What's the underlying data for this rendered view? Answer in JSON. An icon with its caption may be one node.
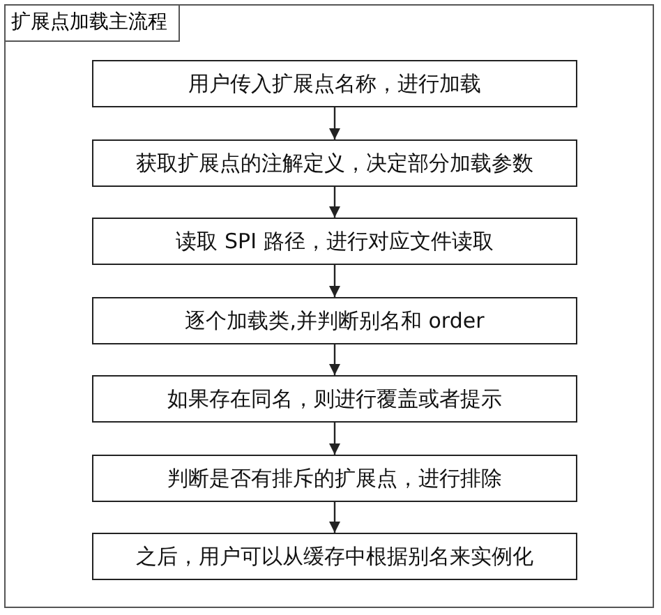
{
  "diagram": {
    "nodes": [
      {
        "text": [
          "扩展点加载主流程"
        ]
      },
      {
        "text": [
          "用户传入扩展点名称，进行加载"
        ],
        "in": 0
      },
      {
        "text": [
          "获取扩展点的注解定义，决定部分加载参数"
        ],
        "in": 0
      },
      {
        "text": [
          "读取 SPI 路径，进行对应文件读取"
        ],
        "in": 0
      },
      {
        "text": [
          "逐个加载类,并判断别名和 order"
        ],
        "in": 0
      },
      {
        "text": [
          "如果存在同名，则进行覆盖或者提示"
        ],
        "in": 0
      },
      {
        "text": [
          "判断是否有排斥的扩展点，进行排除"
        ],
        "in": 0
      },
      {
        "text": [
          "之后，用户可以从缓存中根据别名来实例化"
        ],
        "in": 0
      }
    ],
    "edges": [
      {
        "from": 1,
        "to": 2,
        "arrow": "to"
      },
      {
        "from": 2,
        "to": 3,
        "arrow": "to"
      },
      {
        "from": 3,
        "to": 4,
        "arrow": "to"
      },
      {
        "from": 4,
        "to": 5,
        "arrow": "to"
      },
      {
        "from": 5,
        "to": 6,
        "arrow": "to"
      },
      {
        "from": 6,
        "to": 7,
        "arrow": "to"
      }
    ]
  }
}
